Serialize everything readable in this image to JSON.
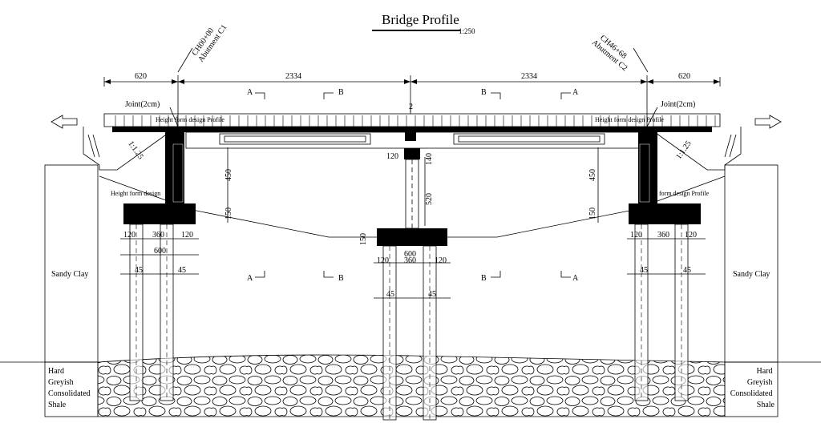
{
  "title": "Bridge Profile",
  "scale": "1:250",
  "chainage_left": "CH00+00",
  "chainage_right": "CH46+68",
  "abutment_left": "Abutment C1",
  "abutment_right": "Abutment C2",
  "top_dims": {
    "left": "620",
    "span1": "2334",
    "span2": "2334",
    "right": "620"
  },
  "joint_label": "Joint(2cm)",
  "center_gap": "2",
  "height_label_left": "Height form design Profile",
  "height_label_right": "Height form design Profile",
  "height_label_left_lower": "Height form design",
  "height_label_right_lower": "form design Profile",
  "slope": "1:1.25",
  "dims": {
    "abut_wall": "450",
    "abut_footing": "150",
    "pier_width": "120",
    "pier_cap": "140",
    "pier_height": "520",
    "pier_footing": "150",
    "edge": "120",
    "mid": "360",
    "footing_width": "600",
    "pile_gap": "45"
  },
  "sections": {
    "a": "A",
    "b": "B"
  },
  "soil_upper": "Sandy Clay",
  "soil_lower": [
    "Hard",
    "Greyish",
    "Consolidated",
    "Shale"
  ]
}
